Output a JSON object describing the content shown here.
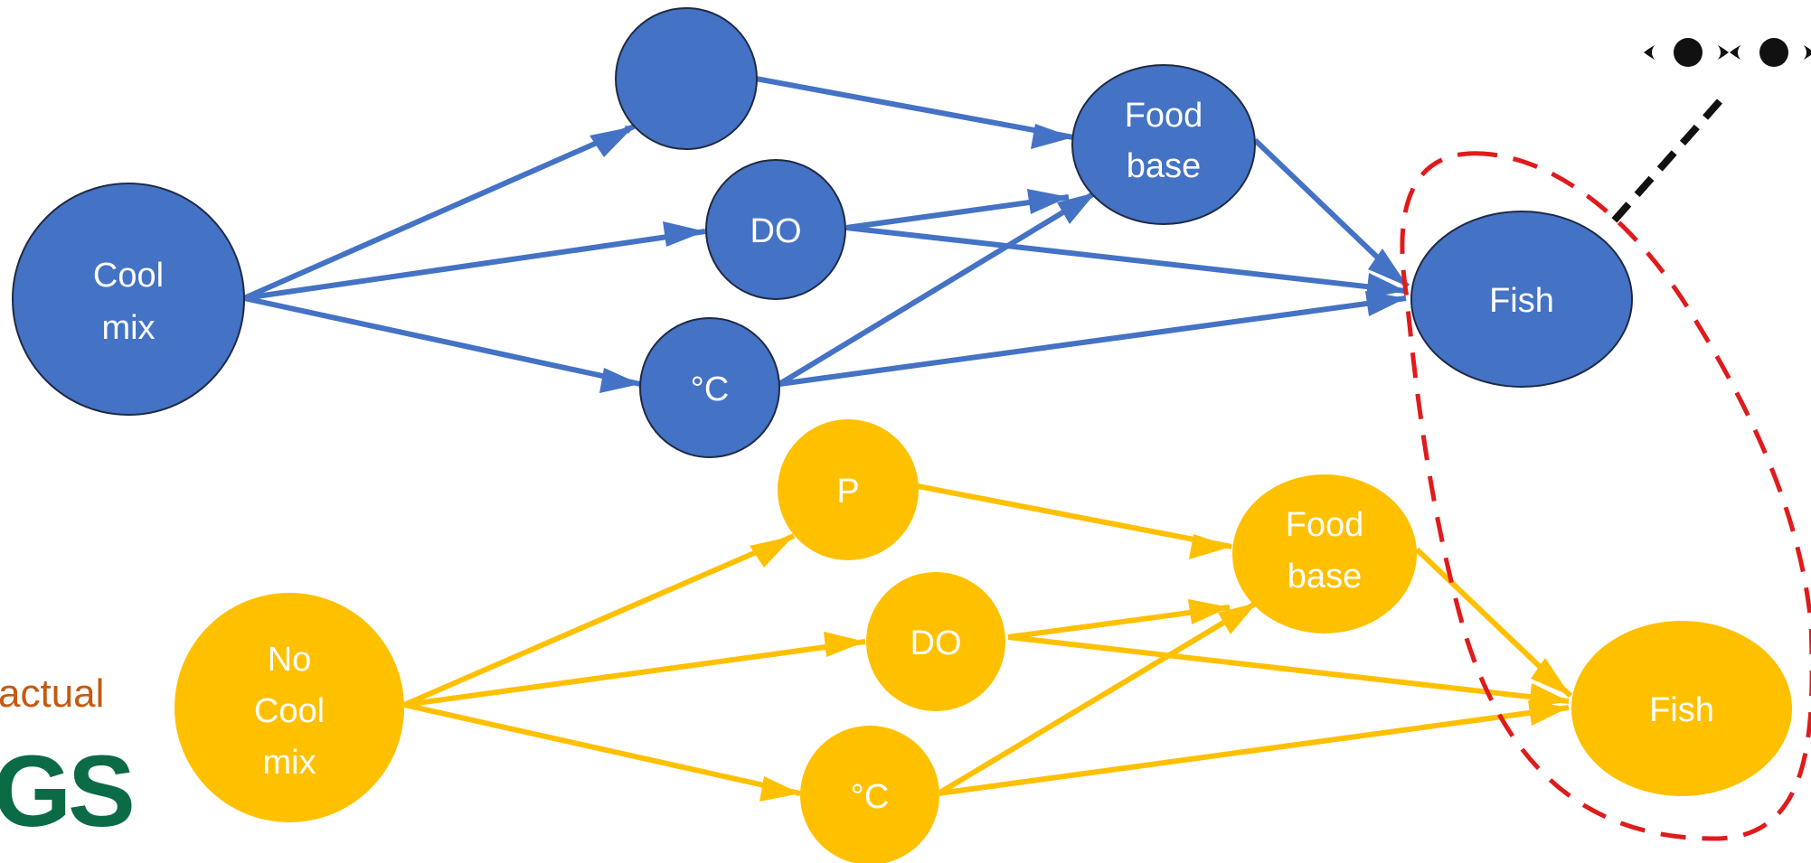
{
  "colors": {
    "blue": "#4472c4",
    "blue_stroke": "#1f2a44",
    "gold": "#ffc000",
    "red_dash": "#e01b1b",
    "eye_line": "#111111",
    "side_label_color": "#c55a11",
    "logo_color": "#0b6b46"
  },
  "icons": [
    "eye-icon",
    "eye-icon"
  ],
  "partial_text": {
    "side_label": "actual",
    "logo": "GS"
  },
  "blue_graph": {
    "nodes": {
      "cool_mix": [
        "Cool",
        "mix"
      ],
      "top_unlabeled": [],
      "do": [
        "DO"
      ],
      "temp": [
        "°C"
      ],
      "food_base": [
        "Food",
        "base"
      ],
      "fish": [
        "Fish"
      ]
    }
  },
  "gold_graph": {
    "nodes": {
      "no_cool_mix": [
        "No",
        "Cool",
        "mix"
      ],
      "p": [
        "P"
      ],
      "do": [
        "DO"
      ],
      "temp": [
        "°C"
      ],
      "food_base": [
        "Food",
        "base"
      ],
      "fish": [
        "Fish"
      ]
    }
  }
}
